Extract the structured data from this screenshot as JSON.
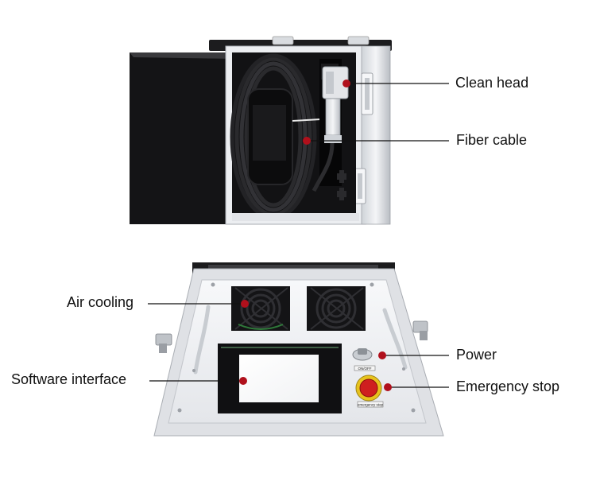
{
  "labels": {
    "clean_head": "Clean head",
    "fiber_cable": "Fiber cable",
    "air_cooling": "Air cooling",
    "software_interface": "Software interface",
    "power": "Power",
    "emergency_stop": "Emergency stop"
  },
  "panel_marks": {
    "power_tag": "ON/OFF",
    "estop_tag": "emergency stop"
  },
  "colors": {
    "marker": "#b0101c",
    "case_frame": "#e9ebee",
    "case_dark": "#151517",
    "leader_line": "#111111"
  }
}
